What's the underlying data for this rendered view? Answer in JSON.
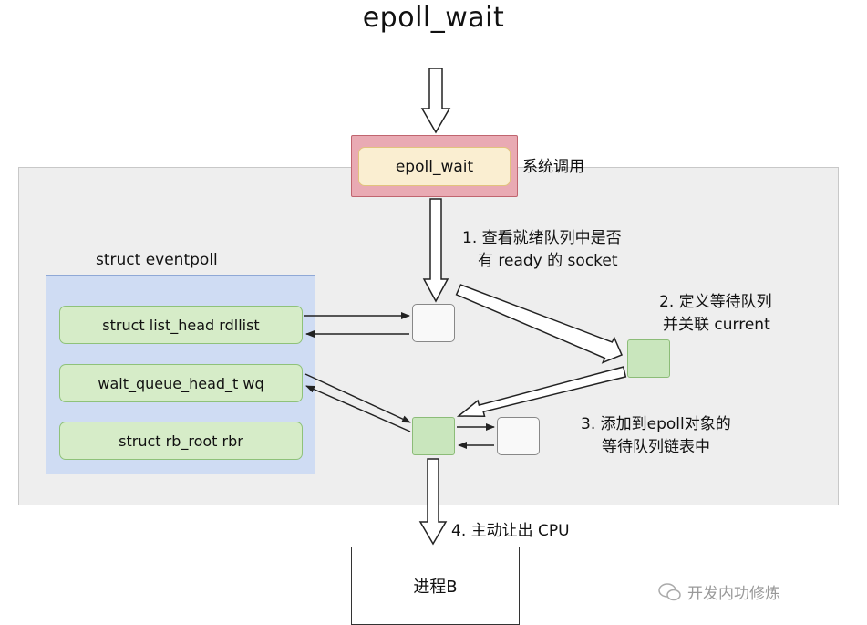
{
  "title": "epoll_wait",
  "syscall": {
    "box_label": "epoll_wait",
    "side_label": "系统调用"
  },
  "eventpoll": {
    "title": "struct eventpoll",
    "fields": [
      "struct list_head rdllist",
      "wait_queue_head_t wq",
      "struct rb_root rbr"
    ]
  },
  "steps": {
    "step1": [
      "1. 查看就绪队列中是否",
      "有 ready 的 socket"
    ],
    "step2": [
      "2. 定义等待队列",
      "并关联 current"
    ],
    "step3": [
      "3. 添加到epoll对象的",
      "等待队列链表中"
    ],
    "step4": "4. 主动让出 CPU"
  },
  "process": "进程B",
  "watermark": {
    "text": "开发内功修炼",
    "icon": "wechat-icon"
  }
}
